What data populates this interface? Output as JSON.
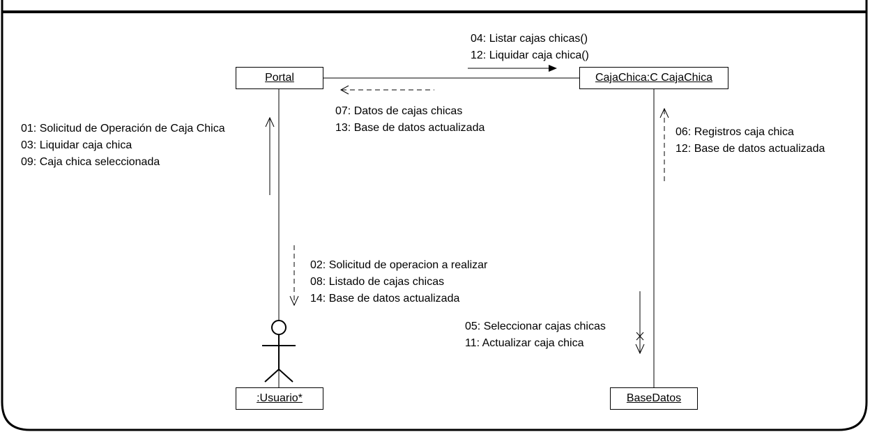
{
  "objects": {
    "portal": "Portal",
    "cajachica": "CajaChica:C CajaChica",
    "usuario": ":Usuario*",
    "basedatos": "BaseDatos"
  },
  "messages": {
    "usuario_to_portal": [
      "01: Solicitud de Operación de Caja Chica",
      "03: Liquidar caja chica",
      "09: Caja chica seleccionada"
    ],
    "portal_to_usuario": [
      "02: Solicitud de operacion a realizar",
      "08: Listado de cajas chicas",
      "14: Base de datos actualizada"
    ],
    "portal_to_cajachica": [
      "04: Listar cajas chicas()",
      "12: Liquidar caja chica()"
    ],
    "cajachica_to_portal": [
      "07: Datos de cajas chicas",
      "13: Base de datos actualizada"
    ],
    "basedatos_to_cajachica": [
      "06: Registros caja chica",
      "12: Base de datos actualizada"
    ],
    "cajachica_to_basedatos": [
      "05: Seleccionar cajas chicas",
      "11: Actualizar caja chica"
    ]
  }
}
